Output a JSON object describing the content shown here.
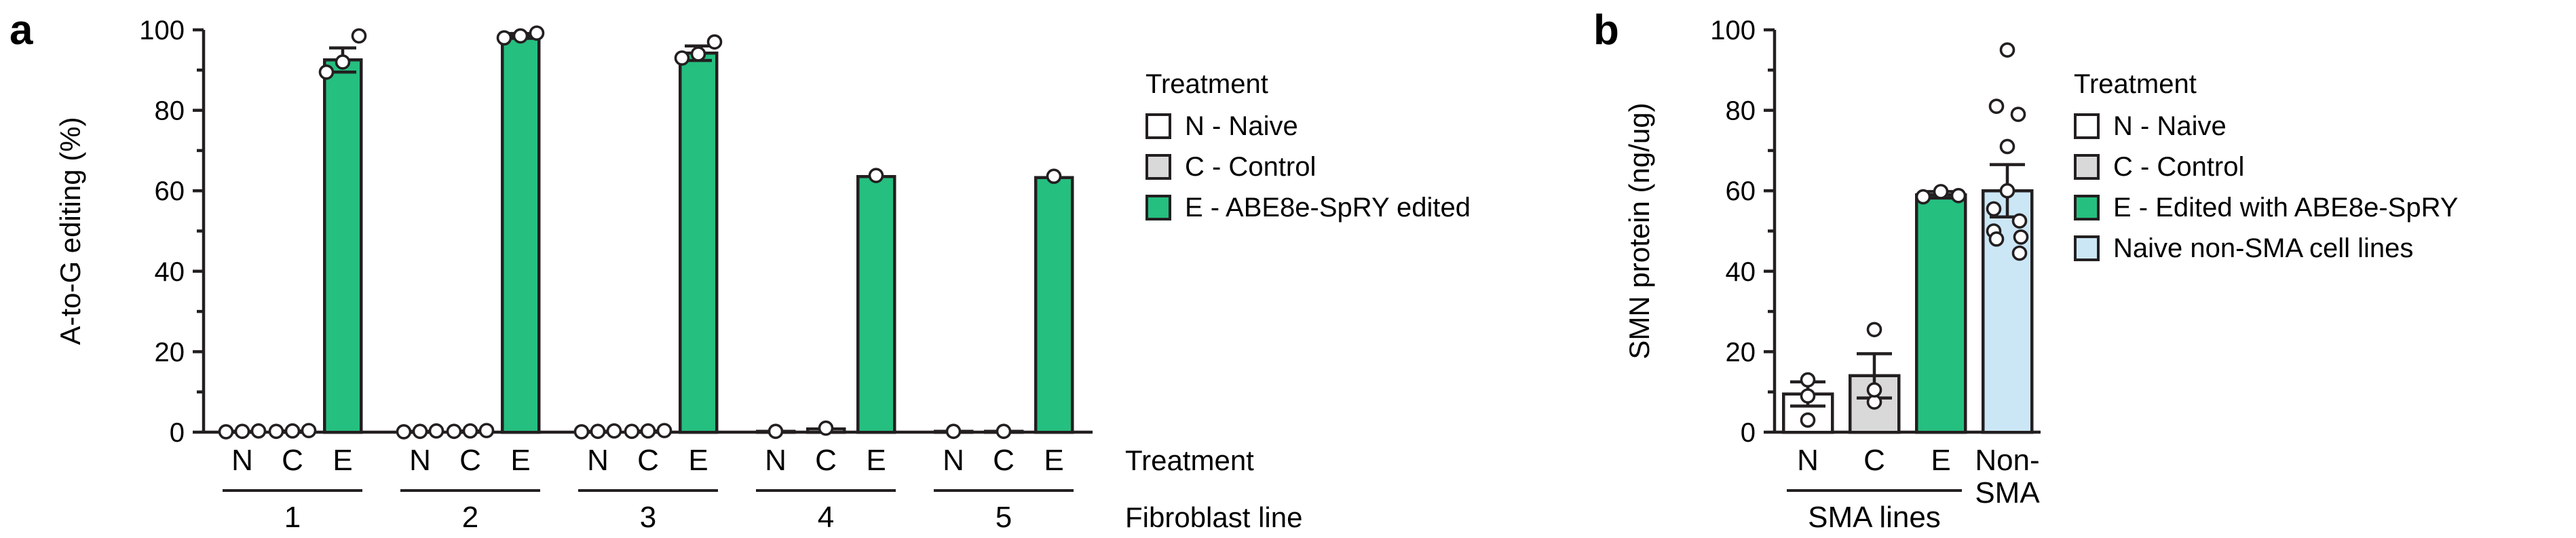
{
  "figure": {
    "panels": [
      {
        "letter": "a"
      },
      {
        "letter": "b"
      }
    ]
  },
  "panel_a": {
    "letter": "a",
    "ylabel": "A-to-G editing (%)",
    "group_axis_label": "Fibroblast line",
    "treatment_axis_label": "Treatment",
    "legend": {
      "title": "Treatment",
      "items": [
        {
          "label": "N - Naive",
          "color": "#ffffff"
        },
        {
          "label": "C - Control",
          "color": "#d9d9d9"
        },
        {
          "label": "E - ABE8e-SpRY edited",
          "color": "#25bf80"
        }
      ]
    }
  },
  "panel_b": {
    "letter": "b",
    "ylabel": "SMN protein (ng/ug)",
    "group_label_sma": "SMA lines",
    "group_label_nonsma": "Non-\nSMA",
    "legend": {
      "title": "Treatment",
      "items": [
        {
          "label": "N - Naive",
          "color": "#ffffff"
        },
        {
          "label": "C - Control",
          "color": "#d9d9d9"
        },
        {
          "label": "E - Edited with ABE8e-SpRY",
          "color": "#25bf80"
        },
        {
          "label": "Naive non-SMA cell lines",
          "color": "#cbe6f5"
        }
      ]
    }
  },
  "chart_data": [
    {
      "type": "bar",
      "panel": "a",
      "title": "",
      "xlabel": "Fibroblast line",
      "ylabel": "A-to-G editing (%)",
      "ylim": [
        0,
        100
      ],
      "yticks": [
        0,
        20,
        40,
        60,
        80,
        100
      ],
      "yticklabels": [
        "0",
        "20",
        "40",
        "60",
        "80",
        "100"
      ],
      "minor_ticks": [
        10,
        30,
        50,
        70,
        90
      ],
      "grid": false,
      "legend_position": "right",
      "group_labels": [
        "1",
        "2",
        "3",
        "4",
        "5"
      ],
      "treatment_labels": [
        "N",
        "C",
        "E"
      ],
      "colors": {
        "N": "#ffffff",
        "C": "#d9d9d9",
        "E": "#25bf80"
      },
      "bars": [
        {
          "group": "1",
          "treatment": "N",
          "value": 0.2,
          "error": 0.1,
          "points": [
            0.1,
            0.2,
            0.3
          ]
        },
        {
          "group": "1",
          "treatment": "C",
          "value": 0.3,
          "error": 0.1,
          "points": [
            0.2,
            0.3,
            0.4
          ]
        },
        {
          "group": "1",
          "treatment": "E",
          "value": 92.5,
          "error": 3.0,
          "points": [
            89.5,
            92.0,
            98.5
          ]
        },
        {
          "group": "2",
          "treatment": "N",
          "value": 0.2,
          "error": 0.1,
          "points": [
            0.1,
            0.2,
            0.3
          ]
        },
        {
          "group": "2",
          "treatment": "C",
          "value": 0.3,
          "error": 0.1,
          "points": [
            0.2,
            0.3,
            0.4
          ]
        },
        {
          "group": "2",
          "treatment": "E",
          "value": 98.5,
          "error": 0.6,
          "points": [
            98.0,
            98.5,
            99.2
          ]
        },
        {
          "group": "3",
          "treatment": "N",
          "value": 0.2,
          "error": 0.1,
          "points": [
            0.1,
            0.2,
            0.3
          ]
        },
        {
          "group": "3",
          "treatment": "C",
          "value": 0.3,
          "error": 0.1,
          "points": [
            0.2,
            0.3,
            0.4
          ]
        },
        {
          "group": "3",
          "treatment": "E",
          "value": 94.2,
          "error": 1.8,
          "points": [
            93.0,
            94.0,
            97.0
          ]
        },
        {
          "group": "4",
          "treatment": "N",
          "value": 0.2,
          "error": 0.1,
          "points": [
            0.2
          ]
        },
        {
          "group": "4",
          "treatment": "C",
          "value": 0.8,
          "error": 0.3,
          "points": [
            1.0
          ]
        },
        {
          "group": "4",
          "treatment": "E",
          "value": 63.5,
          "error": 0.0,
          "points": [
            63.8
          ]
        },
        {
          "group": "5",
          "treatment": "N",
          "value": 0.2,
          "error": 0.1,
          "points": [
            0.2
          ]
        },
        {
          "group": "5",
          "treatment": "C",
          "value": 0.2,
          "error": 0.1,
          "points": [
            0.2
          ]
        },
        {
          "group": "5",
          "treatment": "E",
          "value": 63.3,
          "error": 0.0,
          "points": [
            63.6
          ]
        }
      ]
    },
    {
      "type": "bar",
      "panel": "b",
      "title": "",
      "xlabel": "",
      "ylabel": "SMN protein (ng/ug)",
      "ylim": [
        0,
        100
      ],
      "yticks": [
        0,
        20,
        40,
        60,
        80,
        100
      ],
      "yticklabels": [
        "0",
        "20",
        "40",
        "60",
        "80",
        "100"
      ],
      "minor_ticks": [
        10,
        30,
        50,
        70,
        90
      ],
      "grid": false,
      "legend_position": "right",
      "categories": [
        "N",
        "C",
        "E",
        "Non-SMA"
      ],
      "colors": {
        "N": "#ffffff",
        "C": "#d9d9d9",
        "E": "#25bf80",
        "Non-SMA": "#cbe6f5"
      },
      "bars": [
        {
          "category": "N",
          "value": 9.5,
          "error": 3.0,
          "points": [
            3.0,
            9.0,
            13.0
          ]
        },
        {
          "category": "C",
          "value": 14.0,
          "error": 5.5,
          "points": [
            7.5,
            10.5,
            25.5
          ]
        },
        {
          "category": "E",
          "value": 59.0,
          "error": 0.8,
          "points": [
            58.5,
            59.8,
            58.8
          ]
        },
        {
          "category": "Non-SMA",
          "value": 60.0,
          "error": 6.5,
          "points": [
            95.0,
            81.0,
            79.0,
            71.0,
            60.0,
            55.5,
            52.5,
            50.0,
            48.5,
            48.0,
            44.5
          ]
        }
      ]
    }
  ]
}
